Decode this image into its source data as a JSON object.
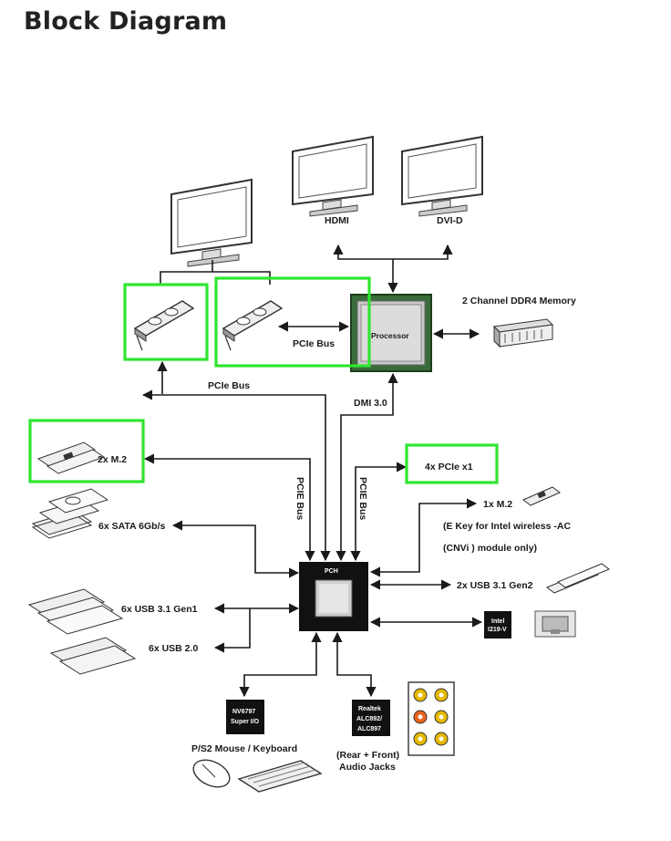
{
  "page": {
    "title": "Block Diagram"
  },
  "colors": {
    "highlight": "#2fe52f",
    "line": "#1a1a1a",
    "chip": "#111111"
  },
  "labels": {
    "hdmi": "HDMI",
    "dvid": "DVI-D",
    "memory": "2 Channel DDR4 Memory",
    "processor": "Processor",
    "pcie_bus_gpu": "PCIe Bus",
    "pcie_bus_left": "PCIe Bus",
    "dmi": "DMI 3.0",
    "pcie_bus_v1": "PCIE Bus",
    "pcie_bus_v2": "PCIE Bus",
    "m2_left": "2x M.2",
    "pcie_x1": "4x PCIe x1",
    "m2_right": "1x M.2",
    "m2_right_note1": "(E Key for Intel wireless -AC",
    "m2_right_note2": "(CNVi ) module only)",
    "sata": "6x SATA 6Gb/s",
    "pch": "PCH",
    "usb31_gen2": "2x USB 3.1 Gen2",
    "usb31_gen1": "6x USB 3.1 Gen1",
    "usb20": "6x USB 2.0",
    "lan_chip_1": "Intel",
    "lan_chip_2": "I219-V",
    "superio_1": "NV6797",
    "superio_2": "Super I/O",
    "ps2": "P/S2 Mouse / Keyboard",
    "audio_chip_1": "Realtek",
    "audio_chip_2": "ALC892/",
    "audio_chip_3": "ALC897",
    "audio_jacks_1": "(Rear + Front)",
    "audio_jacks_2": "Audio Jacks"
  },
  "icons": [
    "monitor-icon",
    "graphics-card-icon",
    "processor-icon",
    "memory-module-icon",
    "m2-ssd-icon",
    "hard-drive-icon",
    "usb-flash-drive-icon",
    "ethernet-port-icon",
    "mouse-icon",
    "keyboard-icon",
    "audio-jack-panel-icon",
    "chip-icon"
  ]
}
